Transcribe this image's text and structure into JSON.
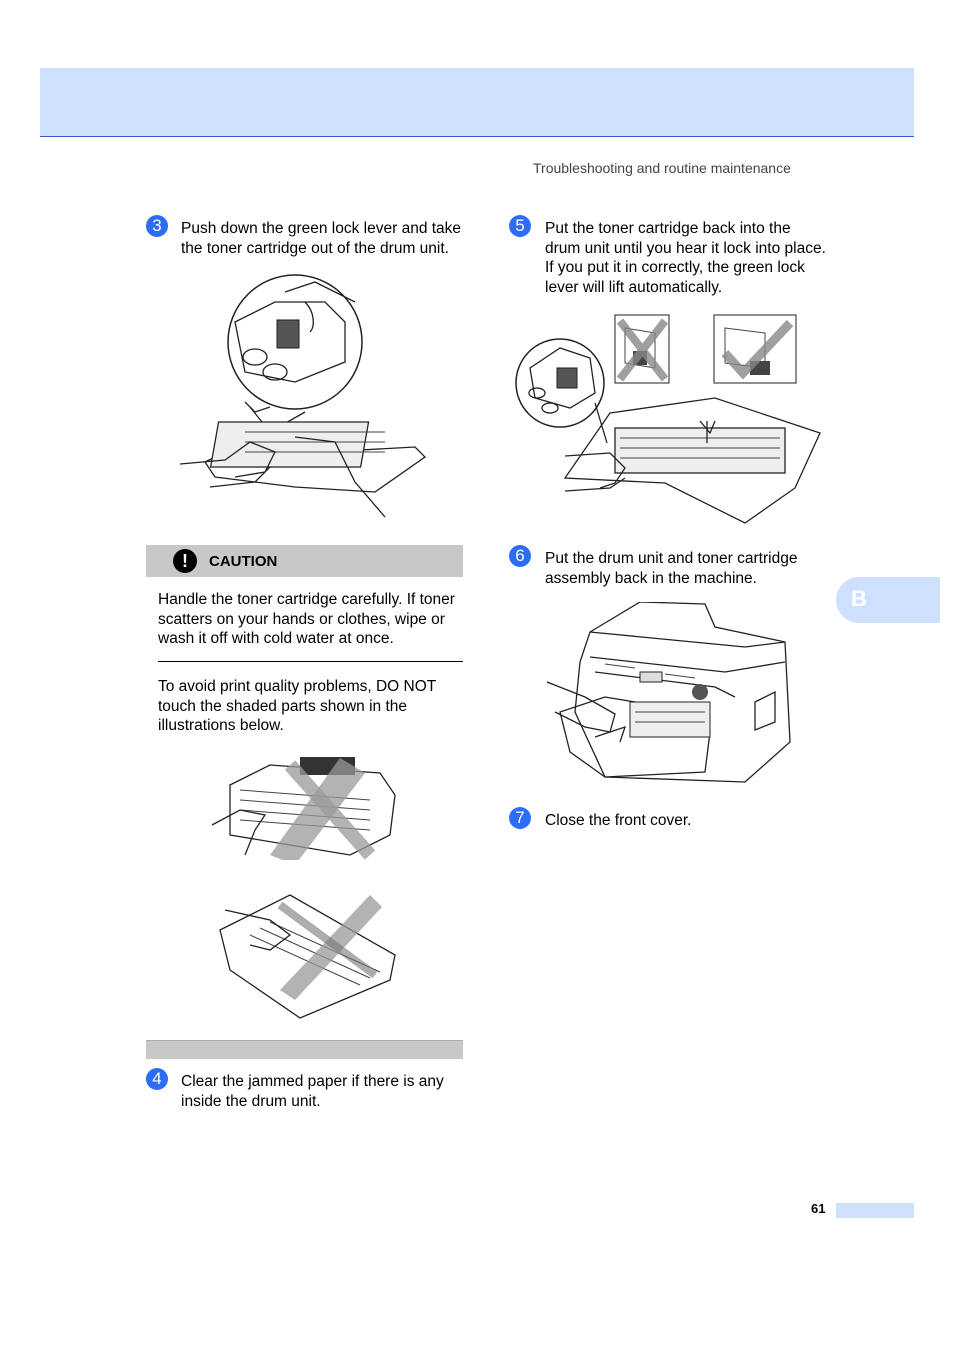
{
  "header": {
    "running_title": "Troubleshooting and routine maintenance"
  },
  "steps": [
    {
      "number": "3",
      "text_lines": [
        "Push down the green lock lever and take",
        "the toner cartridge out of the drum unit."
      ]
    },
    {
      "number": "4",
      "text_lines": [
        "Clear the jammed paper if there is any",
        "inside the drum unit."
      ]
    },
    {
      "number": "5",
      "text_lines": [
        "Put the toner cartridge back into the",
        "drum unit until you hear it lock into place.",
        "If you put it in correctly, the green lock",
        "lever will lift automatically."
      ]
    },
    {
      "number": "6",
      "text_lines": [
        "Put the drum unit and toner cartridge",
        "assembly back in the machine."
      ]
    },
    {
      "number": "7",
      "text_lines": [
        "Close the front cover."
      ]
    }
  ],
  "caution": {
    "label": "CAUTION",
    "icon": "exclamation-icon",
    "paragraph1_lines": [
      "Handle the toner cartridge carefully. If toner",
      "scatters on your hands or clothes, wipe or",
      "wash it off with cold water at once."
    ],
    "paragraph2_lines": [
      "To avoid print quality problems, DO NOT",
      "touch the shaded parts shown in the",
      "illustrations below."
    ]
  },
  "chapter_tab": {
    "label": "B"
  },
  "footer": {
    "page_number": "61"
  },
  "colors": {
    "accent_blue": "#2d6df6",
    "band": "#cfe0ff",
    "caution_gray": "#c8c8c8"
  }
}
